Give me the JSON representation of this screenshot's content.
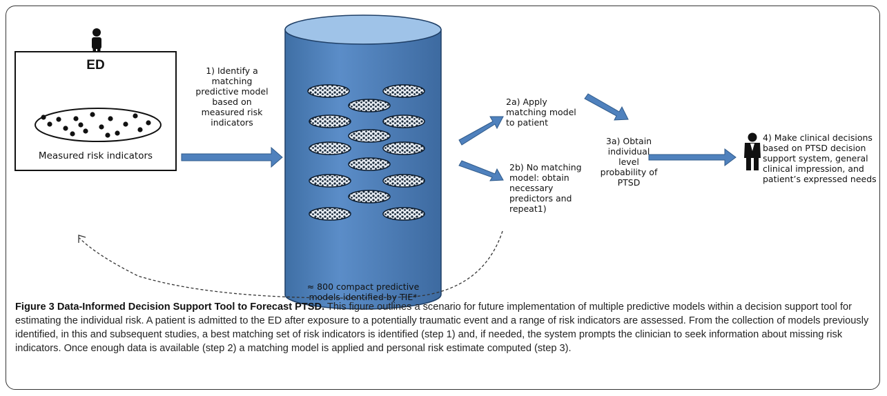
{
  "diagram": {
    "ed_box": {
      "title": "ED",
      "subtitle": "Measured risk indicators"
    },
    "step1": {
      "lines": [
        "1) Identify a",
        "matching",
        "predictive model",
        "based on",
        "measured risk",
        "indicators"
      ]
    },
    "database": {
      "caption_lines": [
        "≈ 800 compact predictive",
        "models identified by TIE*"
      ],
      "fill_color": "#4f81bd",
      "top_color": "#9fc3e8"
    },
    "step2a": {
      "lines": [
        "2a) Apply",
        "matching model",
        "to patient"
      ]
    },
    "step2b": {
      "lines": [
        "2b) No matching",
        "model: obtain",
        "necessary",
        "predictors and",
        "repeat1)"
      ]
    },
    "step3a": {
      "lines": [
        "3a) Obtain",
        "individual level",
        "probability of",
        "PTSD"
      ]
    },
    "step4": {
      "lines": [
        "4) Make clinical decisions",
        "based on PTSD decision",
        "support system, general",
        "clinical impression, and",
        "patient’s expressed needs"
      ]
    },
    "icons": [
      "person-icon",
      "doctor-icon"
    ],
    "arrow_color": "#4f81bd"
  },
  "caption": {
    "title": "Figure 3 Data-Informed Decision Support Tool to Forecast PTSD.",
    "body": " This figure outlines a scenario for future implementation of multiple predictive models within a decision support tool for estimating the individual risk. A patient is admitted to the ED after exposure to a potentially traumatic event and a range of risk indicators are assessed. From the collection of models previously identified, in this and subsequent studies, a best matching set of risk indicators is identified (step 1) and, if needed, the system prompts the clinician to seek information about missing risk indicators. Once enough data is available (step 2) a matching model is applied and personal risk estimate computed (step 3)."
  }
}
